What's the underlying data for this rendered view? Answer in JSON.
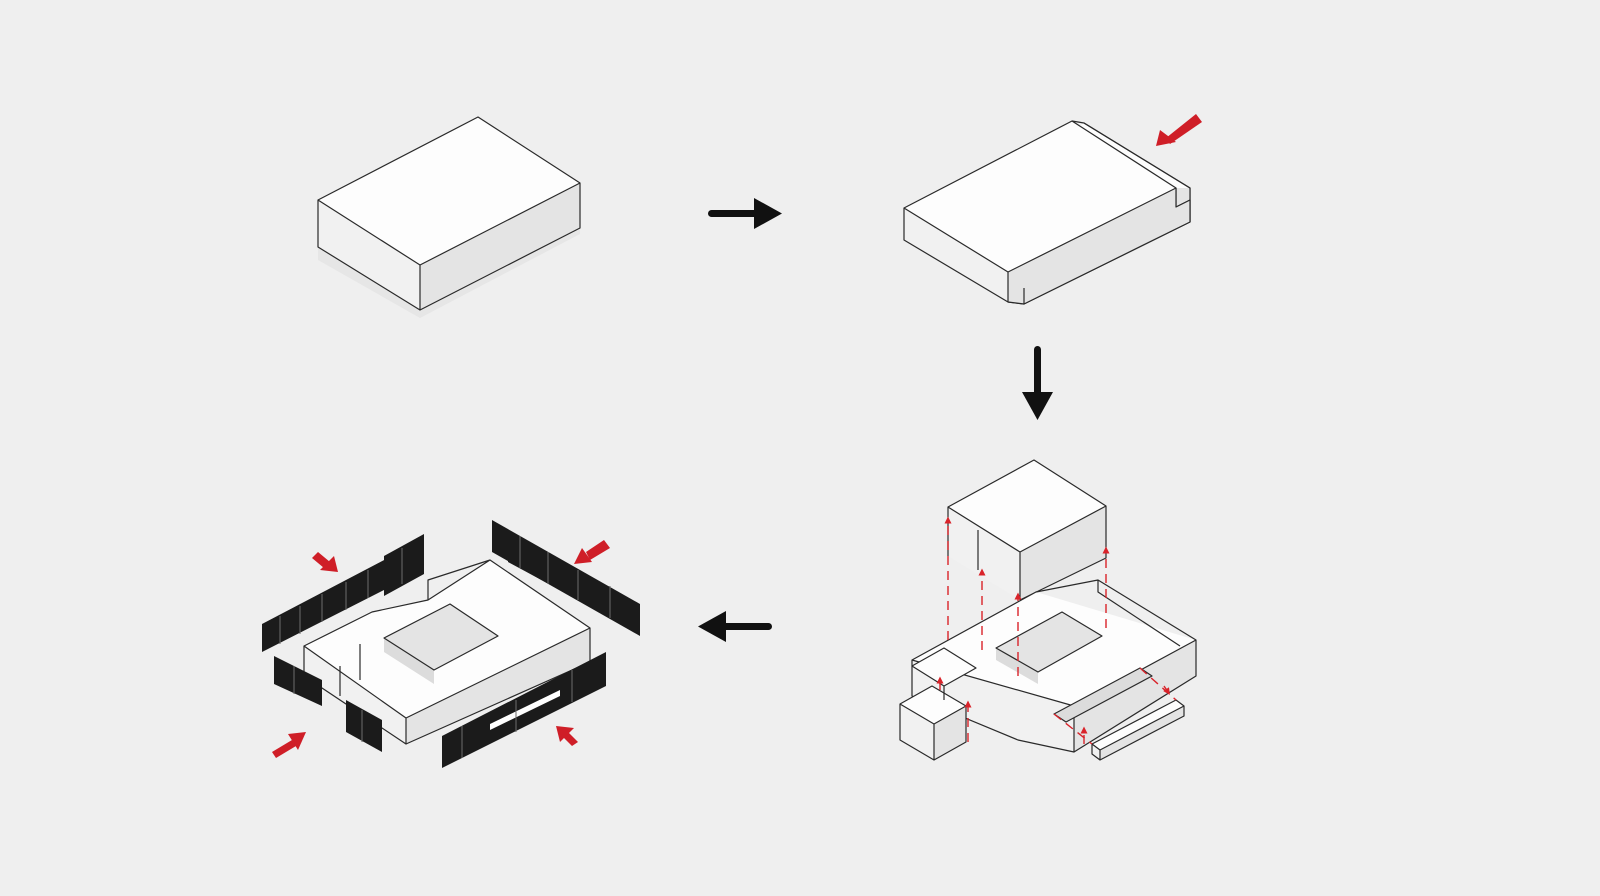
{
  "diagram": {
    "background": "#efefef",
    "colors": {
      "massing_top": "#fdfdfd",
      "massing_side_left": "#f1f1f1",
      "massing_side_right": "#e4e4e4",
      "edge": "#2a2a2a",
      "flow_arrow": "#111111",
      "accent_red": "#d9232a",
      "facade_panel": "#1b1b1b"
    },
    "steps": [
      {
        "id": "step-1",
        "element": "plain-block"
      },
      {
        "id": "step-2",
        "element": "stepped-slab",
        "annotation": "red-push-arrow"
      },
      {
        "id": "step-3",
        "element": "exploded-volumes",
        "annotation": "red-dashed-lift-arrows"
      },
      {
        "id": "step-4",
        "element": "courtyard-block-with-facade-panels",
        "annotation": "red-push-arrows"
      }
    ],
    "flow_arrows": [
      "right",
      "down",
      "left"
    ]
  }
}
